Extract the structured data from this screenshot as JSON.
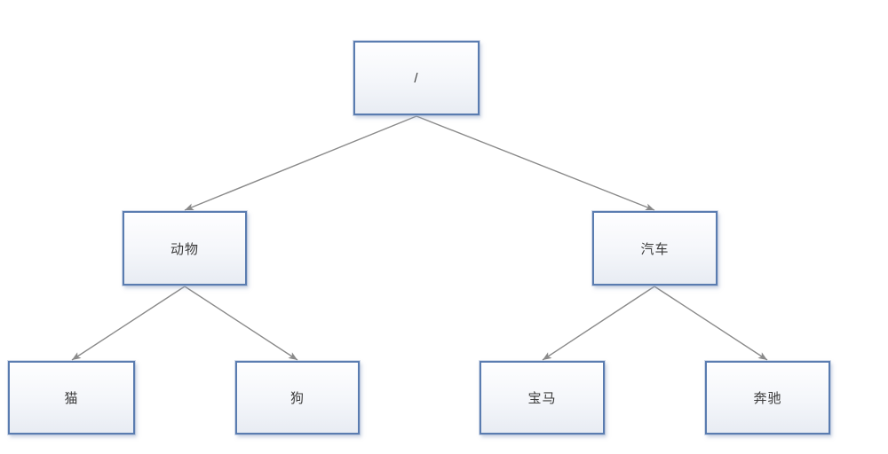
{
  "diagram": {
    "type": "tree",
    "title": "",
    "nodes": [
      {
        "id": "root",
        "label": "/"
      },
      {
        "id": "animals",
        "label": "动物"
      },
      {
        "id": "cars",
        "label": "汽车"
      },
      {
        "id": "cat",
        "label": "猫"
      },
      {
        "id": "dog",
        "label": "狗"
      },
      {
        "id": "bmw",
        "label": "宝马"
      },
      {
        "id": "benz",
        "label": "奔驰"
      }
    ],
    "edges": [
      {
        "from": "root",
        "to": "animals"
      },
      {
        "from": "root",
        "to": "cars"
      },
      {
        "from": "animals",
        "to": "cat"
      },
      {
        "from": "animals",
        "to": "dog"
      },
      {
        "from": "cars",
        "to": "bmw"
      },
      {
        "from": "cars",
        "to": "benz"
      }
    ],
    "colors": {
      "box_border": "#5a7cb0",
      "box_fill_top": "#fefeff",
      "box_fill_bottom": "#e8ecf3",
      "box_glow": "#96aacd",
      "arrow": "#8a8a8a",
      "text": "#3a3a3a",
      "background": "#ffffff"
    }
  }
}
